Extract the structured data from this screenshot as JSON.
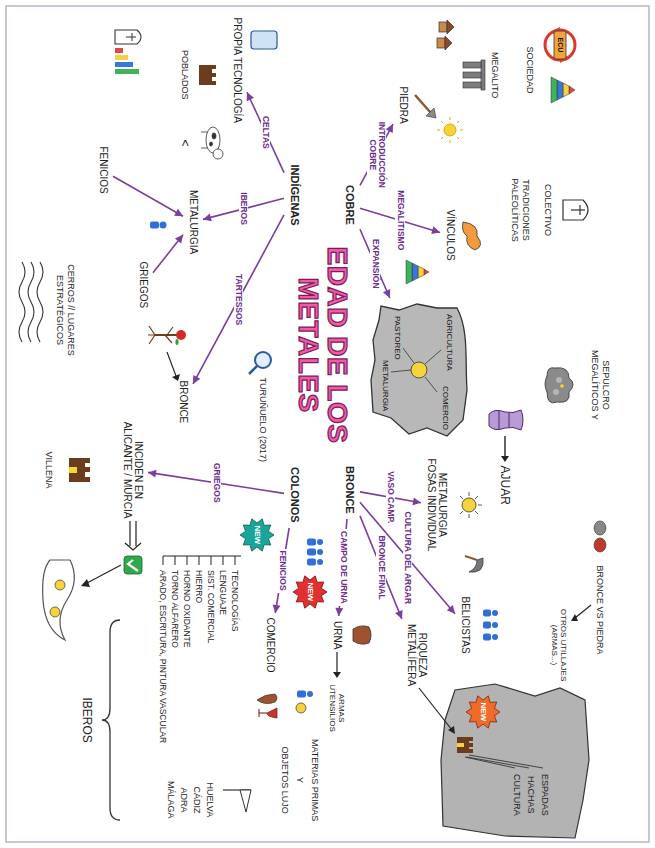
{
  "diagram": {
    "title": "EDAD DE LOS METALES",
    "nodes": [
      {
        "text": [
          "COBRE"
        ]
      },
      {
        "text": [
          "BRONCE"
        ]
      },
      {
        "text": [
          "INDÍGENAS"
        ]
      },
      {
        "text": [
          "COLONOS"
        ]
      },
      {
        "text": [
          "VÍNCULOS"
        ]
      },
      {
        "text": [
          "PIEDRA"
        ]
      },
      {
        "text": [
          "AGRICULTURA",
          "PASTOREO",
          "COMERCIO",
          "METALURGIA"
        ]
      },
      {
        "text": [
          "METALURGIA",
          "FOSAS INDIVIDUAL"
        ]
      },
      {
        "text": [
          "BELICISTAS"
        ]
      },
      {
        "text": [
          "RIQUEZA METALÍFERA"
        ]
      },
      {
        "text": [
          "URNA"
        ]
      },
      {
        "text": [
          "PROPIA TECNOLOGÍA"
        ]
      },
      {
        "text": [
          "METALURGIA"
        ]
      },
      {
        "text": [
          "FENICIOS"
        ]
      },
      {
        "text": [
          "GRIEGOS"
        ]
      },
      {
        "text": [
          "BRONCE"
        ]
      },
      {
        "text": [
          "INCIDEN EN ALICANTE / MURCIA"
        ]
      },
      {
        "text": [
          "COMERCIO"
        ]
      }
    ],
    "edges": [
      {
        "from": 0,
        "to": 5,
        "label": "INTRODUCCIÓN COBRE",
        "arrow": "to"
      },
      {
        "from": 0,
        "to": 4,
        "label": "MEGALITISMO",
        "arrow": "to"
      },
      {
        "from": 0,
        "to": 6,
        "label": "EXPANSIÓN",
        "arrow": "to"
      },
      {
        "from": 1,
        "to": 7,
        "label": "VASO CAMP.",
        "arrow": "to"
      },
      {
        "from": 1,
        "to": 8,
        "label": "CULTURA DEL ARGAR",
        "arrow": "to"
      },
      {
        "from": 1,
        "to": 9,
        "label": "BRONCE FINAL",
        "arrow": "to"
      },
      {
        "from": 1,
        "to": 10,
        "label": "CAMPO DE URNA",
        "arrow": "to"
      },
      {
        "from": 2,
        "to": 11,
        "label": "CELTAS",
        "arrow": "to"
      },
      {
        "from": 2,
        "to": 12,
        "label": "IBEROS",
        "arrow": "to"
      },
      {
        "from": 2,
        "to": 15,
        "label": "TARTESSOS",
        "arrow": "to"
      },
      {
        "from": 13,
        "to": 12,
        "arrow": "to"
      },
      {
        "from": 14,
        "to": 12,
        "arrow": "to"
      },
      {
        "from": 3,
        "to": 16,
        "label": "GRIEGOS",
        "arrow": "to"
      },
      {
        "from": 3,
        "to": 17,
        "label": "FENICIOS",
        "arrow": "to"
      }
    ],
    "labels": [
      "ECU",
      "SOCIEDAD",
      "MEGALITO",
      "COLECTIVO",
      "TRADICIONES PALEOLÍTICAS",
      "SEPULCRO MEGALÍTICOS Y",
      "AJUAR",
      "BRONCE VS PIEDRA",
      "OTROS UTILLAJES (ARMAS...)",
      "NEW",
      "ESPADAS",
      "HACHAS",
      "CULTURA",
      "NEW",
      "ARMAS UTENSILIOS",
      "MATERIAS PRIMAS",
      "Y",
      "OBJETOS LUJO",
      "NEW",
      "TECNOLOGÍAS",
      "LENGUAJE",
      "SIST. COMERCIAL",
      "HIERRO",
      "HORNO OXIDANTE",
      "TORNO ALFARERO",
      "ARADO, ESCRITURA, PINTURA VASCULAR",
      "HUELVA",
      "CÁDIZ",
      "ADRA",
      "MÁLAGA",
      "IBEROS",
      "VILLENA",
      "TURUÑUELO (2017)",
      "POBLADOS",
      "<",
      "CERROS // LUGARES ESTRATÉGICOS"
    ]
  }
}
